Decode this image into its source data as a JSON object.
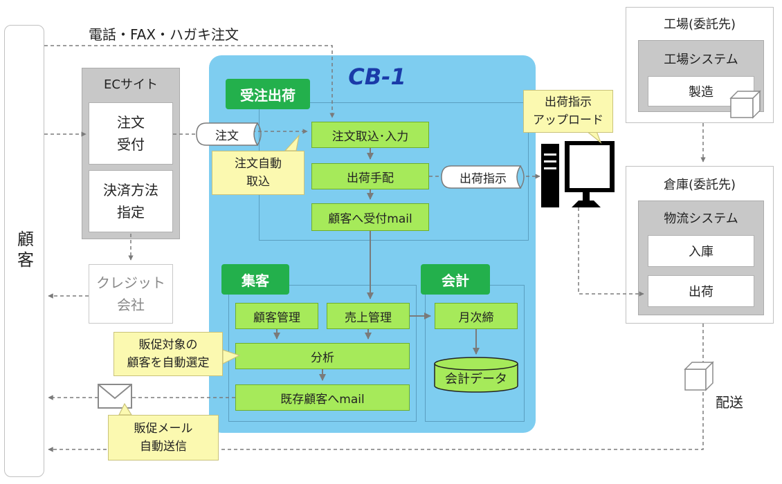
{
  "customer": "顧客",
  "phone_order": "電話・FAX・ハガキ注文",
  "ec_site": {
    "title": "ECサイト",
    "order_receive": "注文\n受付",
    "payment": "決済方法\n指定"
  },
  "credit": "クレジット\n会社",
  "cb1": {
    "title": "CB-1",
    "order_ship": {
      "header": "受注出荷",
      "import": "注文取込･入力",
      "arrange": "出荷手配",
      "mail": "顧客へ受付mail"
    },
    "marketing": {
      "header": "集客",
      "customer_mgmt": "顧客管理",
      "sales_mgmt": "売上管理",
      "analysis": "分析",
      "existing_mail": "既存顧客へmail"
    },
    "accounting": {
      "header": "会計",
      "monthly": "月次締",
      "data": "会計データ"
    }
  },
  "tags": {
    "order": "注文",
    "ship_instruction": "出荷指示"
  },
  "notes": {
    "auto_import": "注文自動\n取込",
    "upload": "出荷指示\nアップロード",
    "auto_select": "販促対象の\n顧客を自動選定",
    "auto_send": "販促メール\n自動送信"
  },
  "factory": {
    "title": "工場(委託先)",
    "system": "工場システム",
    "manufacture": "製造"
  },
  "warehouse": {
    "title": "倉庫(委託先)",
    "system": "物流システム",
    "inbound": "入庫",
    "outbound": "出荷"
  },
  "delivery": "配送",
  "colors": {
    "cb1_bg": "#7ecdf0",
    "dark_green": "#23b04c",
    "light_green": "#a6ea5a",
    "note_yellow": "#fbf9b0",
    "arrow_gray": "#7a7a7a"
  }
}
